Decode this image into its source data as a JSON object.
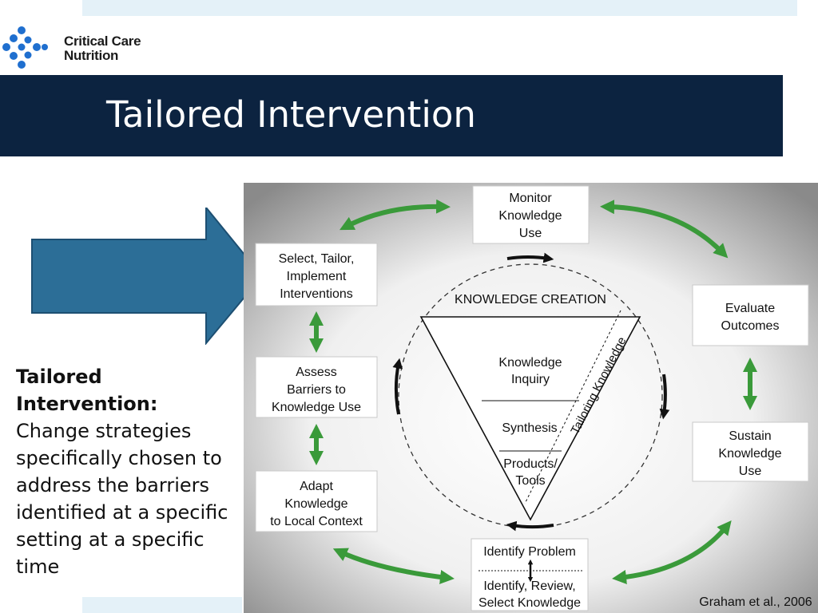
{
  "header": {
    "logo_line1": "Critical Care",
    "logo_line2": "Nutrition",
    "title": "Tailored Intervention"
  },
  "description": {
    "heading_line1": "Tailored",
    "heading_line2": "Intervention:",
    "body": "Change strategies specifically chosen to address the barriers identified at a specific setting at a specific time"
  },
  "diagram": {
    "action_cycle": {
      "monitor": [
        "Monitor",
        "Knowledge",
        "Use"
      ],
      "evaluate": [
        "Evaluate",
        "Outcomes"
      ],
      "sustain": [
        "Sustain",
        "Knowledge",
        "Use"
      ],
      "select": [
        "Select, Tailor,",
        "Implement",
        "Interventions"
      ],
      "assess": [
        "Assess",
        "Barriers to",
        "Knowledge Use"
      ],
      "adapt": [
        "Adapt",
        "Knowledge",
        "to Local Context"
      ],
      "identify_problem": "Identify Problem",
      "identify_review": [
        "Identify, Review,",
        "Select Knowledge"
      ]
    },
    "knowledge_creation": {
      "title": "KNOWLEDGE CREATION",
      "inquiry": [
        "Knowledge",
        "Inquiry"
      ],
      "synthesis": "Synthesis",
      "products": [
        "Products/",
        "Tools"
      ],
      "tailoring": "Tailoring Knowledge"
    },
    "citation": "Graham et al., 2006"
  },
  "colors": {
    "title_bar": "#0c2340",
    "arrow_fill": "#2c6e97",
    "cycle_arrows": "#3a9a3a",
    "logo_blue": "#1f6fcf"
  }
}
